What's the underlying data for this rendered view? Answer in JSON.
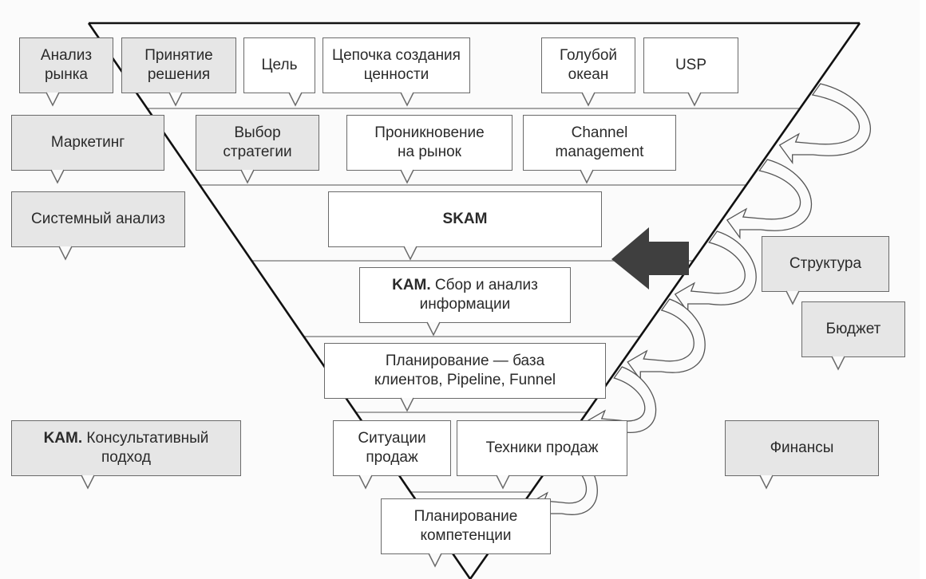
{
  "colors": {
    "background": "#fbfbfb",
    "box_fill_white": "#ffffff",
    "box_fill_gray": "#e6e6e6",
    "box_border": "#6a6a6a",
    "funnel_line": "#111111",
    "arrow_fill": "#3f3f3f"
  },
  "funnel": {
    "levels": [
      {
        "id": "level-1",
        "boxes": [
          {
            "id": "box-market-analysis",
            "text": "Анализ\nрынка",
            "fill": "gray",
            "inside": false
          },
          {
            "id": "box-decision",
            "text": "Принятие\nрешения",
            "fill": "gray",
            "inside": true
          },
          {
            "id": "box-goal",
            "text": "Цель",
            "fill": "white",
            "inside": true
          },
          {
            "id": "box-value-chain",
            "text": "Цепочка создания\nценности",
            "fill": "white",
            "inside": true
          },
          {
            "id": "box-blue-ocean",
            "text": "Голубой\nокеан",
            "fill": "white",
            "inside": true
          },
          {
            "id": "box-usp",
            "text": "USP",
            "fill": "white",
            "inside": true
          }
        ]
      },
      {
        "id": "level-2",
        "boxes": [
          {
            "id": "box-marketing",
            "text": "Маркетинг",
            "fill": "gray",
            "inside": false
          },
          {
            "id": "box-strategy-choice",
            "text": "Выбор\nстратегии",
            "fill": "gray",
            "inside": true
          },
          {
            "id": "box-market-penetration",
            "text": "Проникновение\nна рынок",
            "fill": "white",
            "inside": true
          },
          {
            "id": "box-channel-management",
            "text": "Channel\nmanagement",
            "fill": "white",
            "inside": true
          }
        ]
      },
      {
        "id": "level-3",
        "boxes": [
          {
            "id": "box-system-analysis",
            "text": "Системный анализ",
            "fill": "gray",
            "inside": false
          },
          {
            "id": "box-skam",
            "text": "SKAM",
            "bold": "SKAM",
            "fill": "white",
            "inside": true
          }
        ]
      },
      {
        "id": "level-4",
        "boxes": [
          {
            "id": "box-kam-info",
            "bold": "KAM.",
            "text": " Сбор и анализ\nинформации",
            "fill": "white",
            "inside": true
          }
        ]
      },
      {
        "id": "level-5",
        "boxes": [
          {
            "id": "box-planning-base",
            "text": "Планирование — база\nклиентов, Pipeline, Funnel",
            "fill": "white",
            "inside": true
          }
        ]
      },
      {
        "id": "level-6",
        "boxes": [
          {
            "id": "box-kam-consultative",
            "bold": "KAM.",
            "text": " Консультативный\nподход",
            "fill": "gray",
            "inside": false
          },
          {
            "id": "box-sales-situations",
            "text": "Ситуации\nпродаж",
            "fill": "white",
            "inside": true
          },
          {
            "id": "box-sales-techniques",
            "text": "Техники продаж",
            "fill": "white",
            "inside": true
          }
        ]
      },
      {
        "id": "level-7",
        "boxes": [
          {
            "id": "box-competence-planning",
            "text": "Планирование\nкомпетенции",
            "fill": "white",
            "inside": true
          }
        ]
      }
    ]
  },
  "side_boxes": [
    {
      "id": "box-structure",
      "text": "Структура",
      "fill": "gray"
    },
    {
      "id": "box-budget",
      "text": "Бюджет",
      "fill": "gray"
    },
    {
      "id": "box-finance",
      "text": "Финансы",
      "fill": "gray"
    }
  ],
  "labels": {
    "market_analysis": "Анализ\nрынка",
    "decision": "Принятие\nрешения",
    "goal": "Цель",
    "value_chain": "Цепочка создания\nценности",
    "blue_ocean": "Голубой\nокеан",
    "usp": "USP",
    "marketing": "Маркетинг",
    "strategy_choice": "Выбор\nстратегии",
    "market_penetration": "Проникновение\nна рынок",
    "channel_management": "Channel\nmanagement",
    "system_analysis": "Системный анализ",
    "skam": "SKAM",
    "kam_bold": "KAM.",
    "kam_info_rest": " Сбор и анализ\nинформации",
    "planning_base": "Планирование — база\nклиентов, Pipeline, Funnel",
    "kam_consultative_rest": " Консультативный\nподход",
    "sales_situations": "Ситуации\nпродаж",
    "sales_techniques": "Техники продаж",
    "competence_planning": "Планирование\nкомпетенции",
    "structure": "Структура",
    "budget": "Бюджет",
    "finance": "Финансы"
  },
  "icons": {
    "big_arrow": "arrow-left-icon",
    "feedback_arrows": "curved-arrow-icon"
  }
}
